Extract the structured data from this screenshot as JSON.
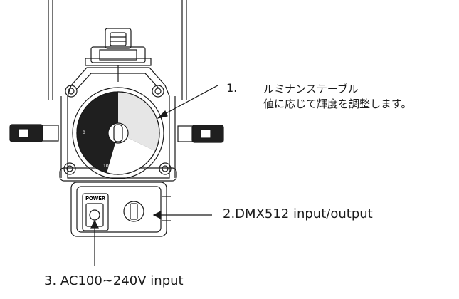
{
  "callouts": {
    "dimmer": {
      "number": "1.",
      "title": "ルミナンステーブル",
      "description": "値に応じて輝度を調整します。"
    },
    "dmx": {
      "label": "2.DMX512 input/output"
    },
    "power": {
      "label": "3. AC100~240V input"
    }
  },
  "fixture": {
    "dial_min_label": "0",
    "dial_max_label": "100",
    "power_switch_label": "POWER"
  }
}
